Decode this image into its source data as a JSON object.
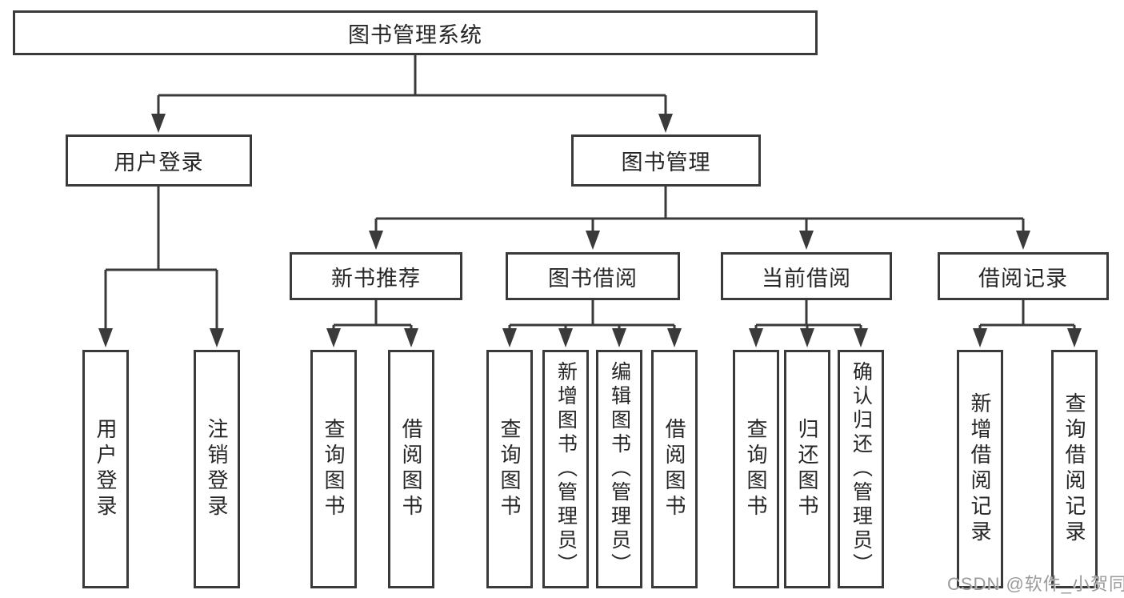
{
  "diagram": {
    "root": {
      "label": "图书管理系统"
    },
    "branches": [
      {
        "label": "用户登录",
        "children": [
          {
            "label": "用户登录"
          },
          {
            "label": "注销登录"
          }
        ]
      },
      {
        "label": "图书管理",
        "children": [
          {
            "label": "新书推荐",
            "children": [
              {
                "label": "查询图书"
              },
              {
                "label": "借阅图书"
              }
            ]
          },
          {
            "label": "图书借阅",
            "children": [
              {
                "label": "查询图书"
              },
              {
                "label": "新增图书（管理员）"
              },
              {
                "label": "编辑图书（管理员）"
              },
              {
                "label": "借阅图书"
              }
            ]
          },
          {
            "label": "当前借阅",
            "children": [
              {
                "label": "查询图书"
              },
              {
                "label": "归还图书"
              },
              {
                "label": "确认归还（管理员）"
              }
            ]
          },
          {
            "label": "借阅记录",
            "children": [
              {
                "label": "新增借阅记录"
              },
              {
                "label": "查询借阅记录"
              }
            ]
          }
        ]
      }
    ]
  },
  "watermark": {
    "text": "CSDN @软件_小贺同学"
  },
  "colors": {
    "line": "#3a3a3a",
    "box_border": "#3a3a3a",
    "text": "#262626",
    "background": "#ffffff",
    "watermark": "#9a9a9a"
  }
}
